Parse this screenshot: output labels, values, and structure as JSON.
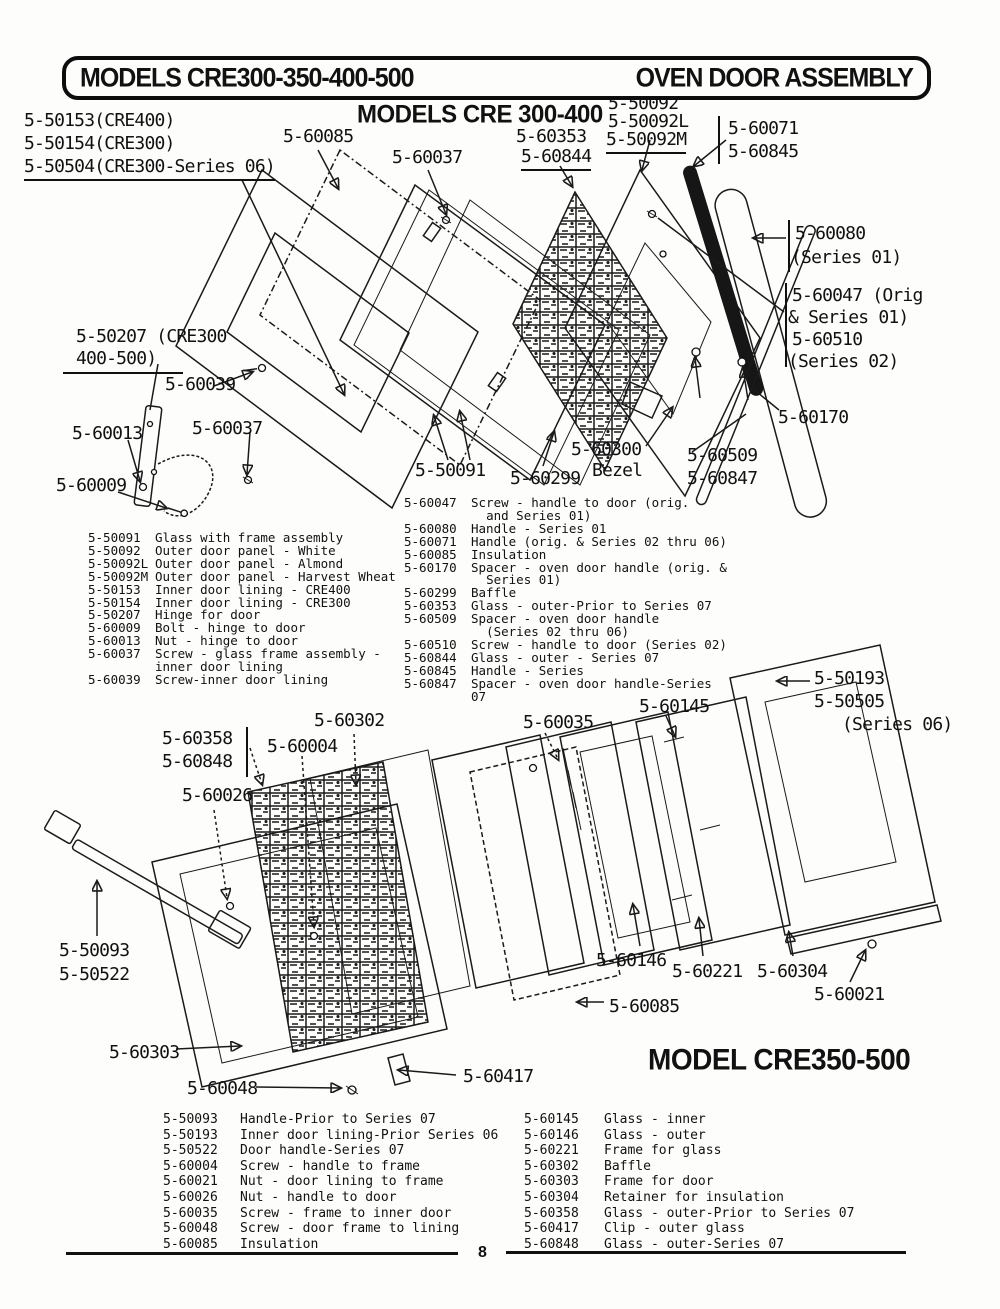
{
  "header": {
    "left_title": "MODELS CRE300-350-400-500",
    "right_title": "OVEN DOOR ASSEMBLY"
  },
  "top_section_title": "MODELS CRE 300-400",
  "bottom_section_title": "MODEL CRE350-500",
  "page_number": "8",
  "top_diagram_labels": {
    "inner_lining_cre400": "5-50153(CRE400)",
    "inner_lining_cre300": "5-50154(CRE300)",
    "inner_lining_series06": "5-50504(CRE300-Series 06)",
    "insulation": "5-60085",
    "screw_glass_frame": "5-60037",
    "glass_outer_prior07": "5-60353",
    "glass_outer_series07": "5-60844",
    "outer_panel_white": "5-50092",
    "outer_panel_almond": "5-50092L",
    "outer_panel_harvest": "5-50092M",
    "handle_orig": "5-60071",
    "handle_series": "5-60845",
    "handle_series01": "5-60080",
    "handle_series01_note": "(Series 01)",
    "screw_handle_line1": "5-60047 (Orig",
    "screw_handle_line2": "& Series 01)",
    "screw_handle_s02": "5-60510",
    "screw_handle_s02_note": "(Series 02)",
    "spacer_orig": "5-60170",
    "spacer_s02": "5-60509",
    "spacer_s07": "5-60847",
    "bezel_num": "5-60300",
    "bezel_word": "Bezel",
    "baffle": "5-60299",
    "glass_frame_assy": "5-50091",
    "screw_inner_lining": "5-60039",
    "hinge_line1": "5-50207 (CRE300",
    "hinge_line2": "400-500)",
    "nut_hinge": "5-60013",
    "bolt_hinge": "5-60009"
  },
  "top_parts_list_left": [
    {
      "num": "5-50091",
      "desc": "Glass with frame assembly"
    },
    {
      "num": "5-50092",
      "desc": "Outer door panel - White"
    },
    {
      "num": "5-50092L",
      "desc": "Outer door panel - Almond"
    },
    {
      "num": "5-50092M",
      "desc": "Outer door panel - Harvest Wheat"
    },
    {
      "num": "5-50153",
      "desc": "Inner door lining - CRE400"
    },
    {
      "num": "5-50154",
      "desc": "Inner door lining - CRE300"
    },
    {
      "num": "5-50207",
      "desc": "Hinge for door"
    },
    {
      "num": "5-60009",
      "desc": "Bolt - hinge to door"
    },
    {
      "num": "5-60013",
      "desc": "Nut - hinge to door"
    },
    {
      "num": "5-60037",
      "desc": "Screw - glass frame assembly -\ninner door lining"
    },
    {
      "num": "5-60039",
      "desc": "Screw-inner door lining"
    }
  ],
  "top_parts_list_right": [
    {
      "num": "5-60047",
      "desc": "Screw - handle to door (orig.\n  and Series 01)"
    },
    {
      "num": "5-60080",
      "desc": "Handle - Series 01"
    },
    {
      "num": "5-60071",
      "desc": "Handle (orig. & Series 02 thru 06)"
    },
    {
      "num": "5-60085",
      "desc": "Insulation"
    },
    {
      "num": "5-60170",
      "desc": "Spacer - oven door handle (orig. &\n  Series 01)"
    },
    {
      "num": "5-60299",
      "desc": "Baffle"
    },
    {
      "num": "5-60353",
      "desc": "Glass - outer-Prior to Series 07"
    },
    {
      "num": "5-60509",
      "desc": "Spacer - oven door handle\n  (Series 02 thru 06)"
    },
    {
      "num": "5-60510",
      "desc": "Screw - handle to door (Series 02)"
    },
    {
      "num": "5-60844",
      "desc": "Glass - outer - Series 07"
    },
    {
      "num": "5-60845",
      "desc": "Handle - Series"
    },
    {
      "num": "5-60847",
      "desc": "Spacer - oven door handle-Series 07"
    }
  ],
  "bottom_diagram_labels": {
    "glass_outer_prior07": "5-60358",
    "glass_outer_series07": "5-60848",
    "screw_handle_frame": "5-60004",
    "baffle": "5-60302",
    "nut_handle": "5-60026",
    "screw_frame_inner": "5-60035",
    "glass_inner": "5-60145",
    "inner_lining_prior06": "5-50193",
    "inner_lining_series06": "5-50505",
    "inner_lining_note": "(Series 06)",
    "handle_prior07": "5-50093",
    "handle_series07": "5-50522",
    "frame_door": "5-60303",
    "screw_doorframe_lining": "5-60048",
    "clip_outer_glass": "5-60417",
    "glass_outer": "5-60146",
    "frame_glass": "5-60221",
    "retainer": "5-60304",
    "nut_lining_frame": "5-60021",
    "insulation": "5-60085"
  },
  "bottom_parts_list_left": [
    {
      "num": "5-50093",
      "desc": "Handle-Prior to Series 07"
    },
    {
      "num": "5-50193",
      "desc": "Inner door lining-Prior Series 06"
    },
    {
      "num": "5-50522",
      "desc": "Door handle-Series 07"
    },
    {
      "num": "5-60004",
      "desc": "Screw - handle to frame"
    },
    {
      "num": "5-60021",
      "desc": "Nut - door lining to frame"
    },
    {
      "num": "5-60026",
      "desc": "Nut - handle to door"
    },
    {
      "num": "5-60035",
      "desc": "Screw - frame to inner door"
    },
    {
      "num": "5-60048",
      "desc": "Screw - door frame to lining"
    },
    {
      "num": "5-60085",
      "desc": "Insulation"
    }
  ],
  "bottom_parts_list_right": [
    {
      "num": "5-60145",
      "desc": "Glass - inner"
    },
    {
      "num": "5-60146",
      "desc": "Glass - outer"
    },
    {
      "num": "5-60221",
      "desc": "Frame for glass"
    },
    {
      "num": "5-60302",
      "desc": "Baffle"
    },
    {
      "num": "5-60303",
      "desc": "Frame for door"
    },
    {
      "num": "5-60304",
      "desc": "Retainer for insulation"
    },
    {
      "num": "5-60358",
      "desc": "Glass - outer-Prior to Series 07"
    },
    {
      "num": "5-60417",
      "desc": "Clip - outer glass"
    },
    {
      "num": "5-60848",
      "desc": "Glass - outer-Series 07"
    }
  ]
}
